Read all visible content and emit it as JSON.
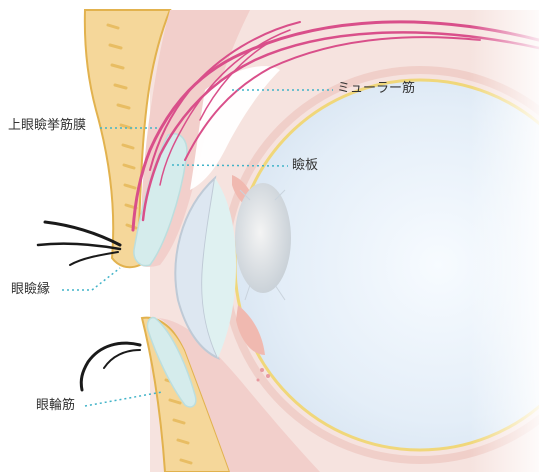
{
  "labels": {
    "levator": "上眼瞼挙筋膜",
    "muller": "ミューラー筋",
    "tarsus": "瞼板",
    "margin": "眼瞼縁",
    "orbicularis": "眼輪筋"
  },
  "colors": {
    "skin": "#f5d79a",
    "skin_edge": "#e2b24e",
    "tissue": "#f2d4d0",
    "muscle": "#d94f8a",
    "sclera": "#e6f0f8",
    "tarsus": "#d8ecec",
    "leader": "#41b3c8"
  }
}
